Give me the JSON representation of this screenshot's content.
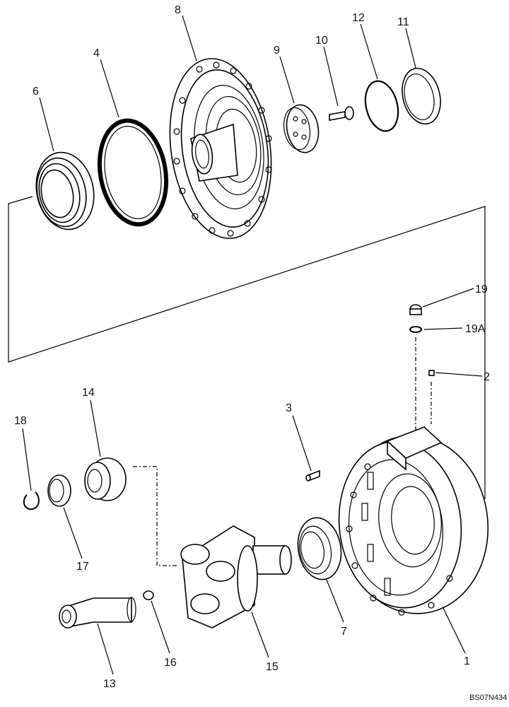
{
  "callouts": {
    "c1": "1",
    "c2": "2",
    "c3": "3",
    "c4": "4",
    "c6": "6",
    "c7": "7",
    "c8": "8",
    "c9": "9",
    "c10": "10",
    "c11": "11",
    "c12": "12",
    "c13": "13",
    "c14": "14",
    "c15": "15",
    "c16": "16",
    "c17": "17",
    "c18": "18",
    "c19": "19",
    "c19a": "19A"
  },
  "drawing_code": "BS07N434",
  "colors": {
    "line": "#000000",
    "background": "#ffffff"
  }
}
